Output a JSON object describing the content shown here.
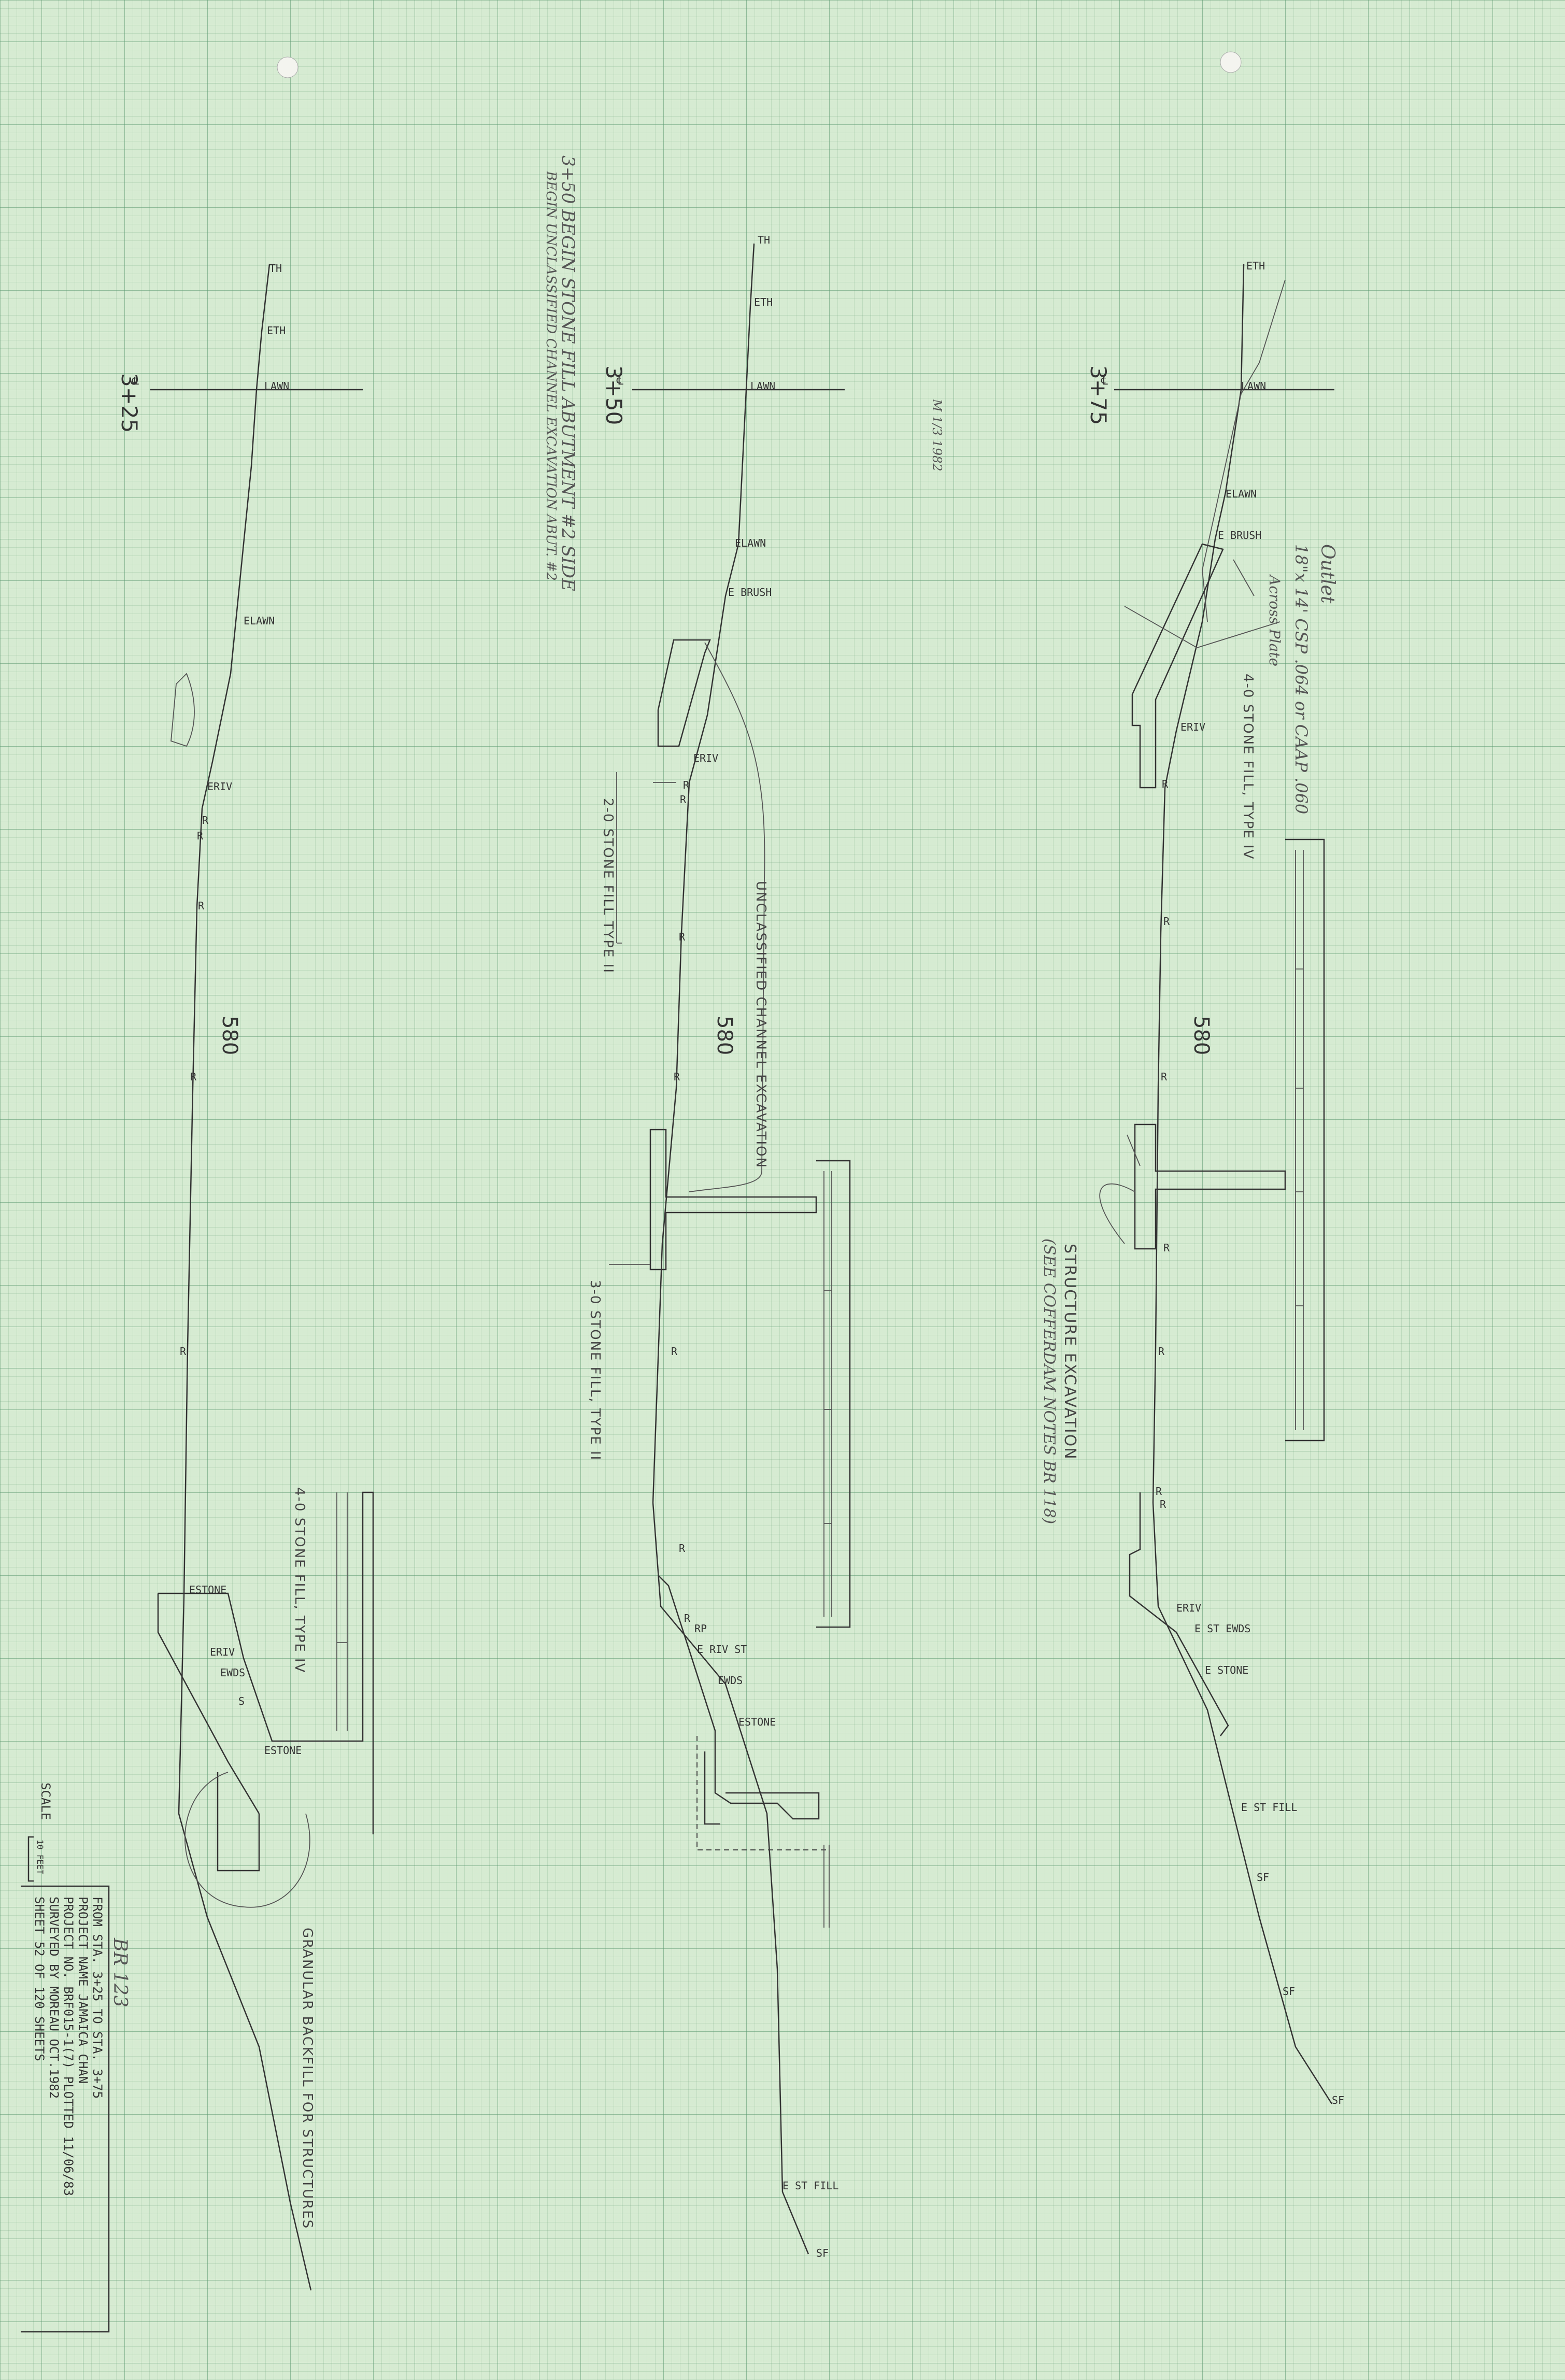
{
  "sections": [
    {
      "station": "3+25",
      "elevation": "580",
      "strata": [
        "TH",
        "ETH",
        "LAWN",
        "ELAWN",
        "ERIV",
        "R",
        "R",
        "R",
        "R",
        "R",
        "ESTONE",
        "ERIV",
        "EWDS",
        "S",
        "ESTONE"
      ],
      "notes": [
        "4-0 STONE FILL, TYPE IV",
        "GRANULAR BACKFILL FOR STRUCTURES"
      ]
    },
    {
      "station": "3+50",
      "elevation": "580",
      "strata": [
        "TH",
        "ETH",
        "LAWN",
        "ELAWN",
        "E BRUSH",
        "ERIV",
        "R",
        "R",
        "R",
        "R",
        "R",
        "R",
        "R",
        "RP",
        "E RIV ST",
        "EWDS",
        "ESTONE",
        "E ST FILL",
        "SF"
      ],
      "notes": [
        "2-0 STONE FILL TYPE II",
        "UNCLASSIFIED CHANNEL EXCAVATION",
        "3-0 STONE FILL, TYPE II"
      ],
      "handwritten_note": "3+50 BEGIN STONE FILL ABUTMENT #2 SIDE",
      "handwritten_note_2": "BEGIN UNCLASSIFIED CHANNEL EXCAVATION ABUT. #2",
      "stamp": "M 1/3 1982"
    },
    {
      "station": "3+75",
      "elevation": "580",
      "strata": [
        "ETH",
        "LAWN",
        "ELAWN",
        "E BRUSH",
        "ERIV",
        "R",
        "R",
        "R",
        "R",
        "R",
        "R",
        "R",
        "ERIV",
        "E ST EWDS",
        "E STONE",
        "E ST FILL",
        "SF",
        "SF",
        "SF"
      ],
      "notes": [
        "4-0 STONE FILL, TYPE IV",
        "STRUCTURE EXCAVATION",
        "(SEE COFFERDAM NOTES BR 118)"
      ],
      "outlet_note": [
        "Outlet",
        "18\"x 14' CSP .064 or CAAP .060",
        "Across Plate"
      ]
    }
  ],
  "scale": {
    "label": "SCALE",
    "value": "10 FEET"
  },
  "title_block": {
    "bridge": "BR 123",
    "line1": "FROM STA.  3+25        TO STA.   3+75",
    "line2": "PROJECT NAME  JAMAICA  CHAN",
    "line3": "PROJECT NO.   BRF015-1(7)           PLOTTED 11/06/83",
    "line4": "SURVEYED BY   MOREAU                OCT.1982",
    "line5": "SHEET  52  OF  120  SHEETS"
  }
}
